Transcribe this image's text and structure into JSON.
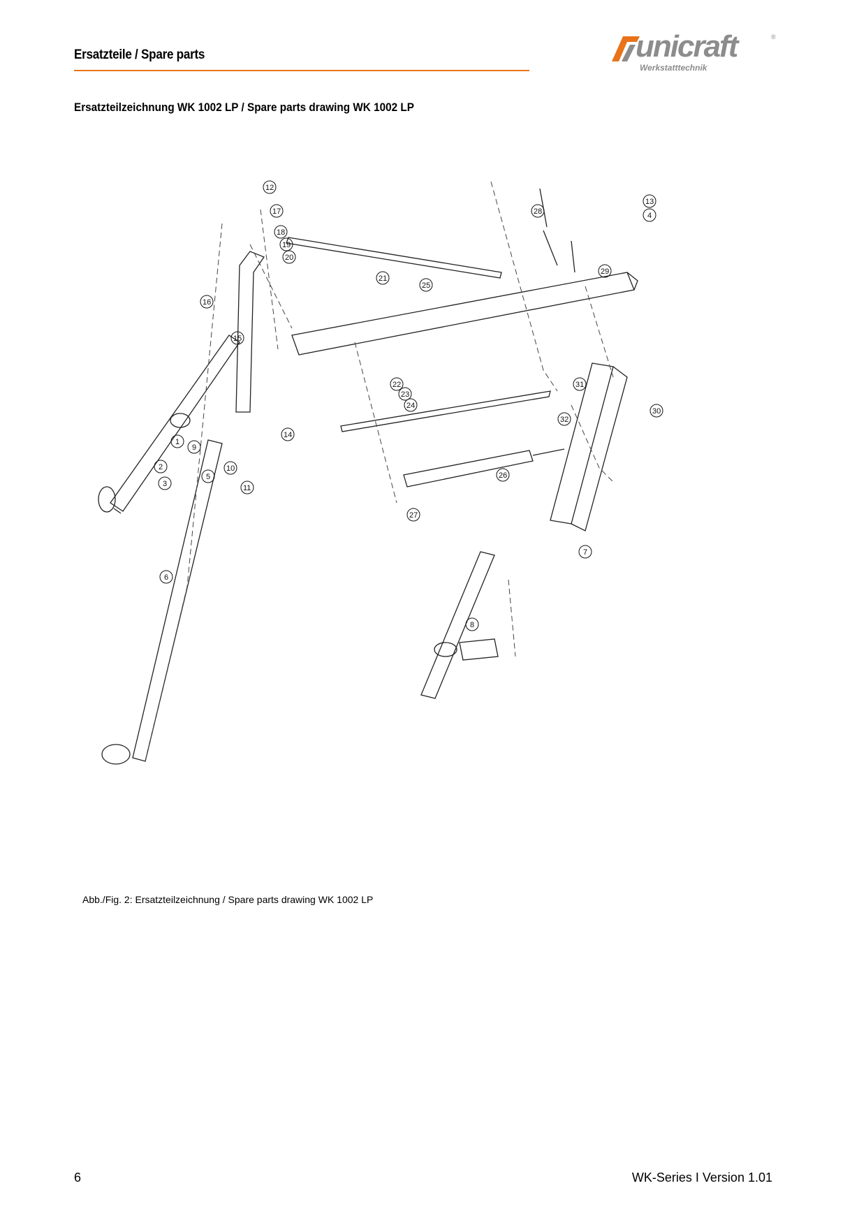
{
  "header": {
    "title": "Ersatzteile / Spare parts",
    "logo_name": "unicraft",
    "logo_reg": "®",
    "logo_tagline": "Werkstatttechnik",
    "accent_color": "#e8731a",
    "logo_color": "#8c8c8c"
  },
  "section_heading": "Ersatzteilzeichnung WK 1002 LP / Spare parts drawing  WK 1002 LP",
  "figure_caption": "Abb./Fig. 2:  Ersatzteilzeichnung /  Spare parts drawing WK 1002 LP",
  "part_callouts": [
    "1",
    "2",
    "3",
    "4",
    "5",
    "6",
    "7",
    "8",
    "9",
    "10",
    "11",
    "12",
    "13",
    "14",
    "15",
    "16",
    "17",
    "18",
    "19",
    "20",
    "21",
    "22",
    "23",
    "24",
    "25",
    "26",
    "27",
    "28",
    "29",
    "30",
    "31",
    "32"
  ],
  "footer": {
    "page_number": "6",
    "version": "WK-Series I Version 1.01"
  }
}
